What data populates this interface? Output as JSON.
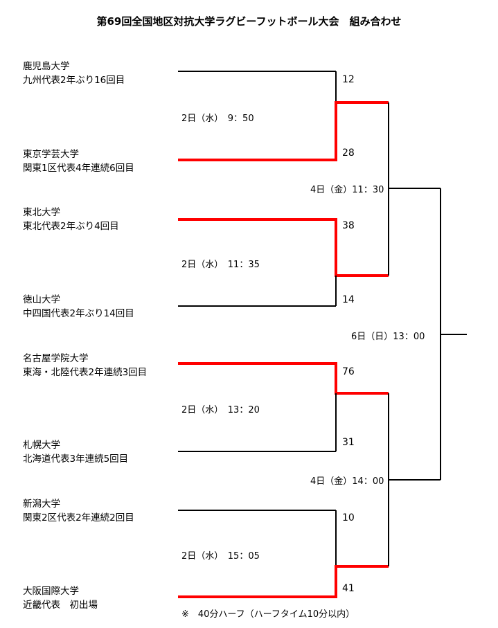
{
  "title": "第69回全国地区対抗大学ラグビーフットボール大会　組み合わせ",
  "teams": [
    {
      "name": "鹿児島大学",
      "desc": "九州代表2年ぶり16回目",
      "score": "12"
    },
    {
      "name": "東京学芸大学",
      "desc": "関東1区代表4年連続6回目",
      "score": "28"
    },
    {
      "name": "東北大学",
      "desc": "東北代表2年ぶり4回目",
      "score": "38"
    },
    {
      "name": "徳山大学",
      "desc": "中四国代表2年ぶり14回目",
      "score": "14"
    },
    {
      "name": "名古屋学院大学",
      "desc": "東海・北陸代表2年連続3回目",
      "score": "76"
    },
    {
      "name": "札幌大学",
      "desc": "北海道代表3年連続5回目",
      "score": "31"
    },
    {
      "name": "新潟大学",
      "desc": "関東2区代表2年連続2回目",
      "score": "10"
    },
    {
      "name": "大阪国際大学",
      "desc": "近畿代表　初出場",
      "score": "41"
    }
  ],
  "round1_times": [
    "2日（水）　9：50",
    "2日（水）　11：35",
    "2日（水）　13：20",
    "2日（水）　15：05"
  ],
  "semi_times": [
    "4日（金）11：30",
    "4日（金）14：00"
  ],
  "final_time": "6日（日）13：00",
  "note": "※　40分ハーフ（ハーフタイム10分以内）",
  "colors": {
    "winner_line": "#ff0000",
    "line": "#000000"
  }
}
